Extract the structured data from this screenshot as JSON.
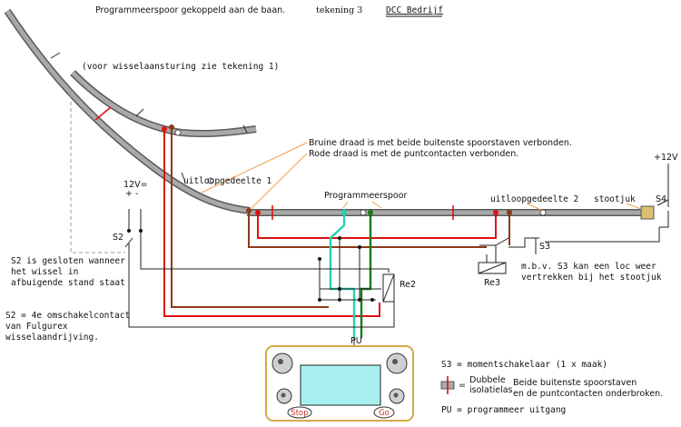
{
  "header": {
    "title": "Programmeerspoor gekoppeld aan de baan.",
    "drawing": "tekening 3",
    "mode": "DCC Bedrijf"
  },
  "labels": {
    "wissel_note": "(voor wisselaansturing zie tekening 1)",
    "brown_note": "Bruine draad is met beide buitenste spoorstaven verbonden.",
    "red_note": "Rode draad is met de puntcontacten verbonden.",
    "uitloop1": "uitloopgedeelte 1",
    "prog_track": "Programmeerspoor",
    "uitloop2": "uitloopgedeelte 2",
    "stootjuk": "stootjuk",
    "s4": "S4",
    "plus12v_right": "+12V",
    "v12_left": "12V=",
    "plus_minus": "+ -",
    "s2": "S2",
    "s3": "S3",
    "re2": "Re2",
    "re3": "Re3",
    "pu": "PU",
    "s3_note_1": "m.b.v. S3 kan een loc weer",
    "s3_note_2": "vertrekken bij het stootjuk",
    "s2_note_1": "S2 is gesloten wanneer",
    "s2_note_2": "het wissel in",
    "s2_note_3": "afbuigende stand staat",
    "s2_contact_1": "S2 = 4e omschakelcontact",
    "s2_contact_2": "van Fulgurex",
    "s2_contact_3": "wisselaandrijving.",
    "legend_s3": "S3 = momentschakelaar (1 x maak)",
    "legend_iso_eq": "=",
    "legend_iso_1": "Dubbele",
    "legend_iso_2": "isolatielas",
    "legend_broken_1": "Beide buitenste spoorstaven",
    "legend_broken_2": "en de puntcontacten onderbroken.",
    "legend_pu": "PU = programmeer uitgang"
  },
  "controller": {
    "stop_label": "Stop",
    "go_label": "Go",
    "screen_color": "#a8f0f0"
  },
  "colors": {
    "brown_wire": "#8b3a1a",
    "red_wire": "#e01010",
    "green_wire": "#1a7a1a",
    "cyan_wire": "#28d0b0",
    "track": "#a9a9a9"
  }
}
